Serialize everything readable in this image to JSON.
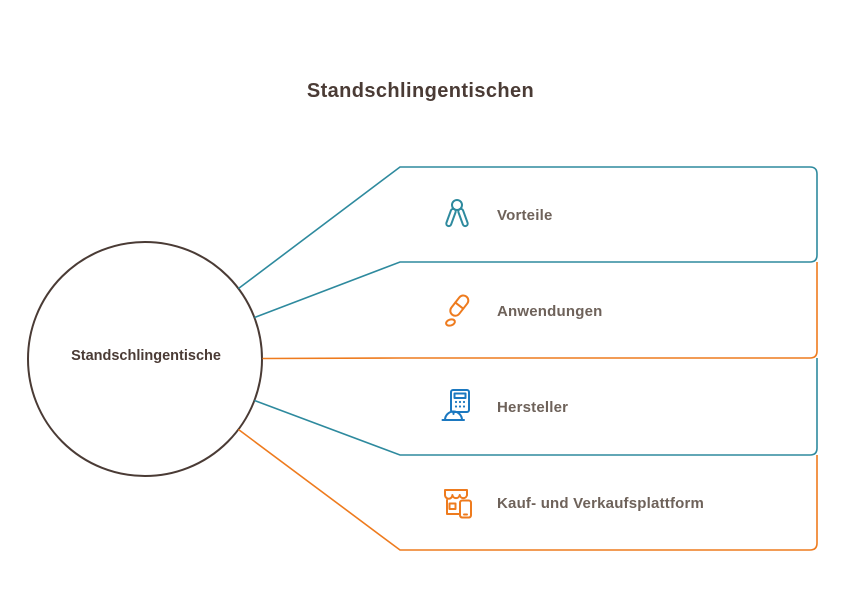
{
  "title": "Standschlingentischen",
  "center": {
    "label": "Standschlingentische"
  },
  "rows": [
    {
      "label": "Vorteile",
      "icon": "hand-grip-icon",
      "color": "teal"
    },
    {
      "label": "Anwendungen",
      "icon": "capsule-icon",
      "color": "orange"
    },
    {
      "label": "Hersteller",
      "icon": "calculator-hardhat-icon",
      "color": "blue"
    },
    {
      "label": "Kauf- und Verkaufsplattform",
      "icon": "storefront-phone-icon",
      "color": "orange"
    }
  ],
  "colors": {
    "teal": "#2e8a9e",
    "orange": "#ee7b1e",
    "blue": "#1b78c0",
    "brown": "#4a3b35",
    "label": "#6e625a",
    "bg": "#ffffff"
  }
}
